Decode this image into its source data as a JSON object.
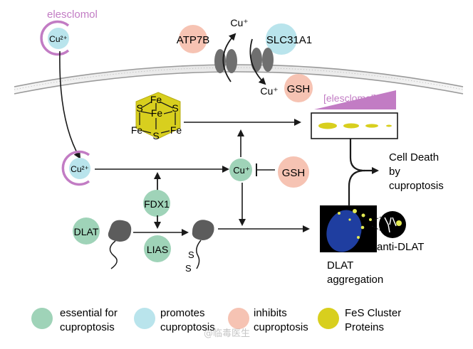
{
  "elesclomol_label": "elesclomol",
  "cu2_label": "Cu²⁺",
  "cu_plus_label": "Cu⁺",
  "cu_plus_top": "Cu⁺",
  "cu_plus_bottom": "Cu⁺",
  "atp7b": "ATP7B",
  "slc31a1": "SLC31A1",
  "gsh": "GSH",
  "gsh_inhibitor": "GSH",
  "fes": {
    "fe": "Fe",
    "s": "S"
  },
  "elesclomol_gradient_label": "[elesclomol]",
  "fdx1": "FDX1",
  "dlat": "DLAT",
  "lias": "LIAS",
  "lipoyl_s": "S",
  "anti_dlat": "anti-DLAT",
  "aggregation": [
    "DLAT",
    "aggregation"
  ],
  "cell_death": [
    "Cell Death",
    "by",
    "cuproptosis"
  ],
  "legend": [
    {
      "lines": [
        "essential for",
        "cuproptosis"
      ],
      "color": "#9fd3b8"
    },
    {
      "lines": [
        "promotes",
        "cuproptosis"
      ],
      "color": "#b9e4ec"
    },
    {
      "lines": [
        "inhibits",
        "cuproptosis"
      ],
      "color": "#f6c3b3"
    },
    {
      "lines": [
        "FeS Cluster",
        "Proteins"
      ],
      "color": "#d8cf1e"
    }
  ],
  "watermark": "@临毒医生",
  "colors": {
    "essential": "#9fd3b8",
    "promotes": "#b9e4ec",
    "inhibits": "#f6c3b3",
    "fes": "#d8cf1e",
    "elesclomol": "#c27cc4",
    "membrane": "#9a9a9a",
    "channel": "#6f6f6f",
    "protein": "#5c5c5c",
    "aggregate_bg": "#000000",
    "aggregate_nucleus": "#1f3ea0",
    "spot": "#e3ea52"
  }
}
